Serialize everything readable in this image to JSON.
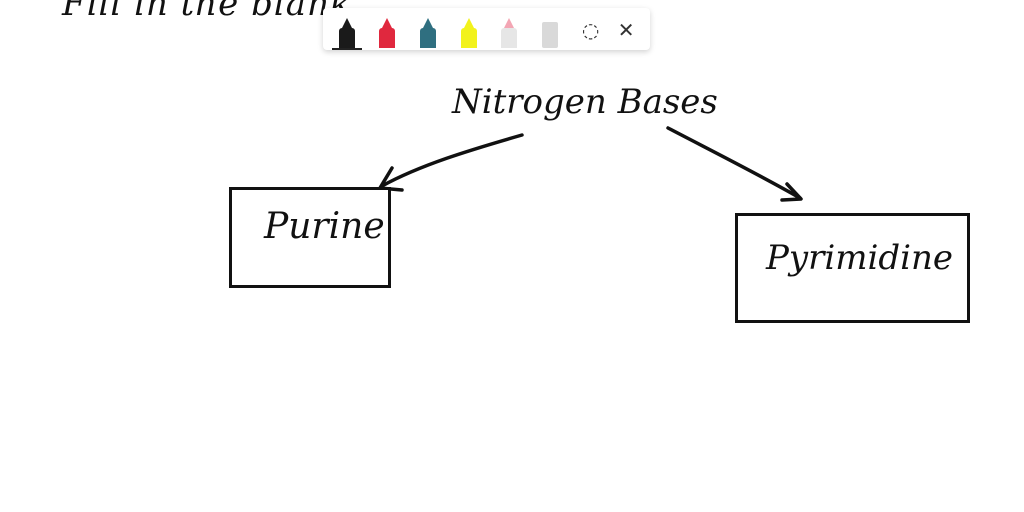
{
  "canvas": {
    "heading": "Fill in the blank",
    "title": "Nitrogen Bases",
    "boxes": [
      {
        "label": "Purine"
      },
      {
        "label": "Pyrimidine"
      }
    ]
  },
  "toolbar": {
    "tools": [
      {
        "name": "pen-black-icon",
        "color": "#1a1a1a",
        "selected": true
      },
      {
        "name": "pen-red-icon",
        "color": "#e0283e",
        "selected": false
      },
      {
        "name": "pen-teal-icon",
        "color": "#2f6f80",
        "selected": false
      },
      {
        "name": "highlighter-yellow-icon",
        "color": "#f2f21c",
        "selected": false
      },
      {
        "name": "eraser-icon",
        "color": "#f3a6b4",
        "selected": false
      },
      {
        "name": "ruler-icon",
        "color": "#d9d9d9",
        "selected": false
      }
    ],
    "lasso_icon": "lasso-select-icon",
    "close_icon": "close-icon",
    "close_glyph": "✕",
    "lasso_glyph": "◌"
  }
}
